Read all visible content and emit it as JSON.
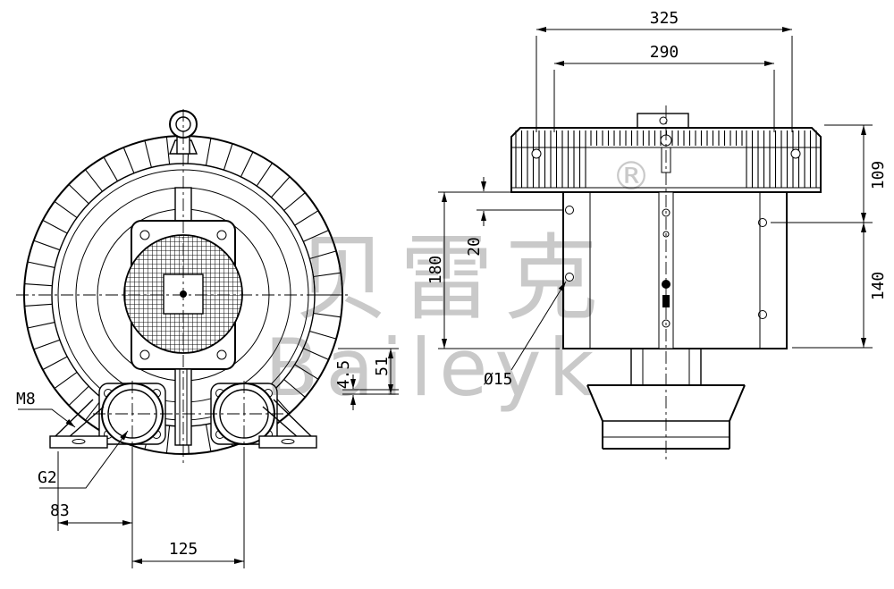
{
  "watermark": {
    "chinese": "贝雷克",
    "registered": "®",
    "latin": "Baileyk"
  },
  "dimensions": {
    "overall_width": "325",
    "flange_width": "290",
    "top_height": "109",
    "body_height": "140",
    "left_height": "180",
    "hole_offset": "20",
    "base_thickness": "4.5",
    "base_height": "51",
    "bolt_thread": "M8",
    "port_thread": "G2",
    "foot_offset": "83",
    "port_spacing": "125",
    "hole_diameter": "Ø15"
  }
}
